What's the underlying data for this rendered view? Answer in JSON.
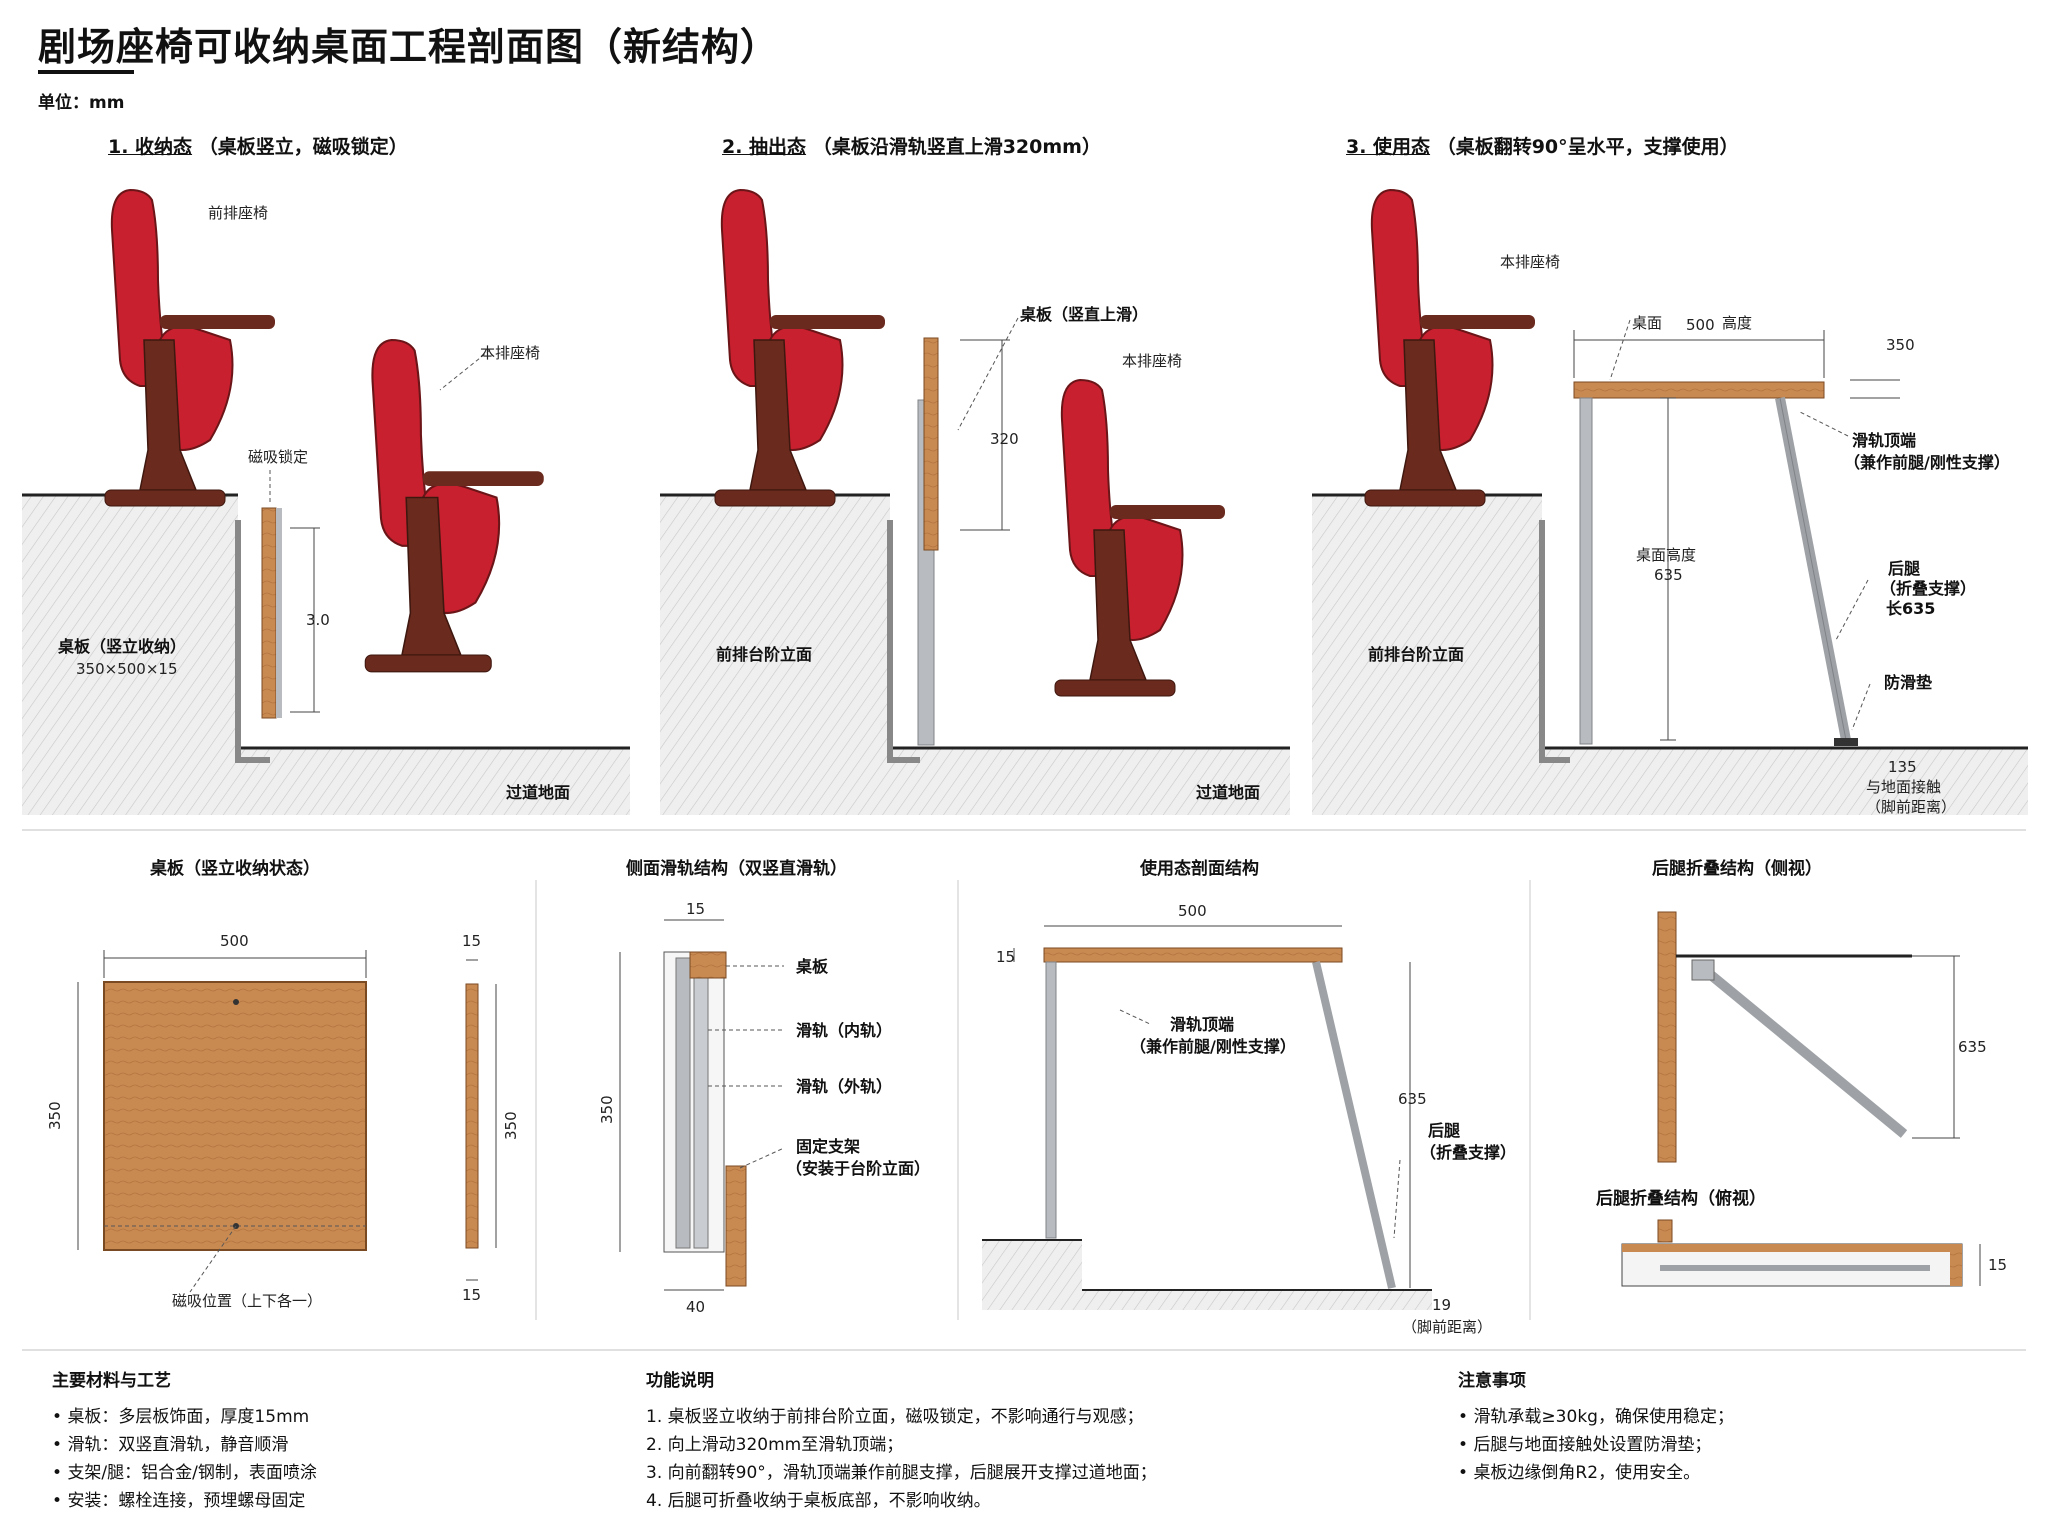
{
  "title": "剧场座椅可收纳桌面工程剖面图（新结构）",
  "unit": "单位：mm",
  "panels": {
    "p1": {
      "num": "1. 收纳态",
      "desc": "（桌板竖立，磁吸锁定）",
      "front_seat": "前排座椅",
      "this_seat": "本排座椅",
      "magnet_lock": "磁吸锁定",
      "dim_h": "3.0",
      "board_label": "桌板（竖立收纳）",
      "board_size": "350×500×15",
      "floor": "过道地面"
    },
    "p2": {
      "num": "2. 抽出态",
      "desc": "（桌板沿滑轨竖直上滑320mm）",
      "board_up": "桌板（竖直上滑）",
      "dim_320": "320",
      "this_seat": "本排座椅",
      "step_face": "前排台阶立面",
      "floor": "过道地面"
    },
    "p3": {
      "num": "3. 使用态",
      "desc": "（桌板翻转90°呈水平，支撑使用）",
      "this_seat": "本排座椅",
      "dim_top_l": "桌面",
      "dim_500": "500",
      "dim_top_r": "高度",
      "dim_350": "350",
      "rail_end": "滑轨顶端",
      "rail_end_sub": "（兼作前腿/刚性支撑）",
      "height_label": "桌面高度",
      "height_val": "635",
      "rear_leg": "后腿",
      "rear_leg_sub": "（折叠支撑）",
      "rear_leg_len": "长635",
      "pad": "防滑垫",
      "step_face": "前排台阶立面",
      "dim_135": "135",
      "floor_a": "与地面接触",
      "floor_b": "（脚前距离）"
    }
  },
  "details": {
    "d1": {
      "title": "桌板（竖立收纳状态）",
      "w": "500",
      "h": "350",
      "t_top": "15",
      "t_side": "350",
      "t_bot": "15",
      "magnet": "磁吸位置（上下各一）"
    },
    "d2": {
      "title": "侧面滑轨结构（双竖直滑轨）",
      "w_top": "15",
      "h": "350",
      "w_bot": "40",
      "board": "桌板",
      "inner": "滑轨（内轨）",
      "outer": "滑轨（外轨）",
      "bracket": "固定支架",
      "bracket_sub": "（安装于台阶立面）"
    },
    "d3": {
      "title": "使用态剖面结构",
      "w": "500",
      "t": "15",
      "rail_end": "滑轨顶端",
      "rail_end_sub": "（兼作前腿/刚性支撑）",
      "h": "635",
      "rear_leg": "后腿",
      "rear_leg_sub": "（折叠支撑）",
      "gap": "19",
      "gap_sub": "（脚前距离）"
    },
    "d4": {
      "title": "后腿折叠结构（侧视）",
      "h": "635",
      "title2": "后腿折叠结构（俯视）",
      "t": "15"
    }
  },
  "notes": {
    "materials": {
      "heading": "主要材料与工艺",
      "items": [
        "桌板：多层板饰面，厚度15mm",
        "滑轨：双竖直滑轨，静音顺滑",
        "支架/腿：铝合金/钢制，表面喷涂",
        "安装：螺栓连接，预埋螺母固定"
      ]
    },
    "function": {
      "heading": "功能说明",
      "items": [
        "1. 桌板竖立收纳于前排台阶立面，磁吸锁定，不影响通行与观感；",
        "2. 向上滑动320mm至滑轨顶端；",
        "3. 向前翻转90°，滑轨顶端兼作前腿支撑，后腿展开支撑过道地面；",
        "4. 后腿可折叠收纳于桌板底部，不影响收纳。"
      ]
    },
    "caution": {
      "heading": "注意事项",
      "items": [
        "滑轨承载≥30kg，确保使用稳定；",
        "后腿与地面接触处设置防滑垫；",
        "桌板边缘倒角R2，使用安全。"
      ]
    }
  },
  "colors": {
    "seat_red": "#c8202e",
    "seat_frame": "#6b2a1e",
    "wood": "#c98a52",
    "metal": "#b8bcc0",
    "concrete": "#ececec"
  }
}
